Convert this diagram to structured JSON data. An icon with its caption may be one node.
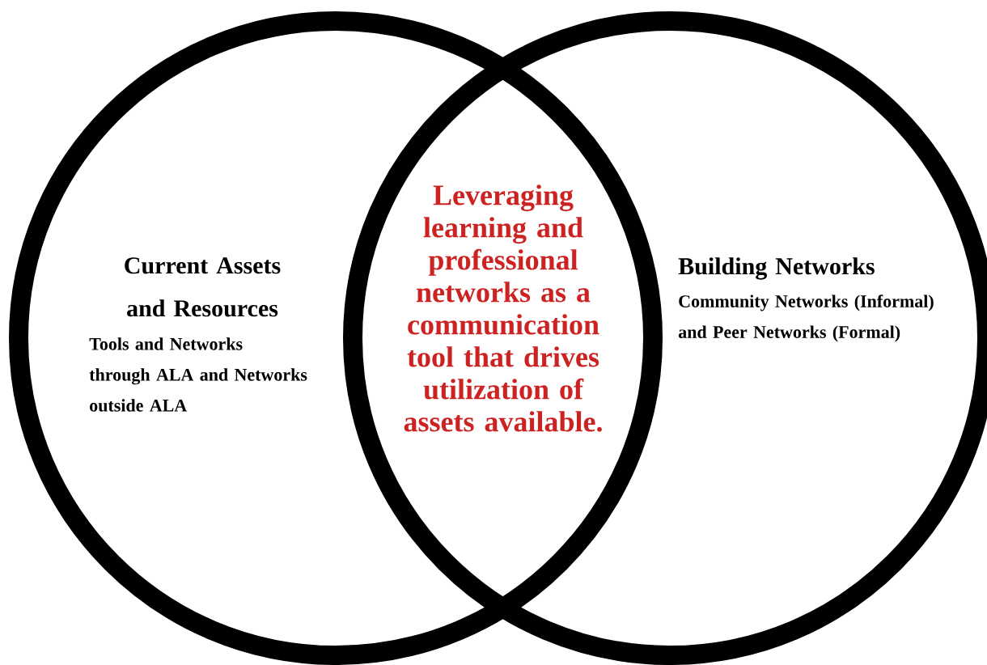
{
  "diagram": {
    "nodes": [
      {
        "text": [
          "Current Assets and Resources",
          "Tools and Networks through ALA and Networks outside ALA"
        ]
      },
      {
        "text": [
          "Building Networks",
          "Community Networks (Informal) and Peer Networks (Formal)"
        ]
      }
    ],
    "labels": [
      "Leveraging learning and professional networks as a communication tool that drives utilization of assets available."
    ]
  }
}
